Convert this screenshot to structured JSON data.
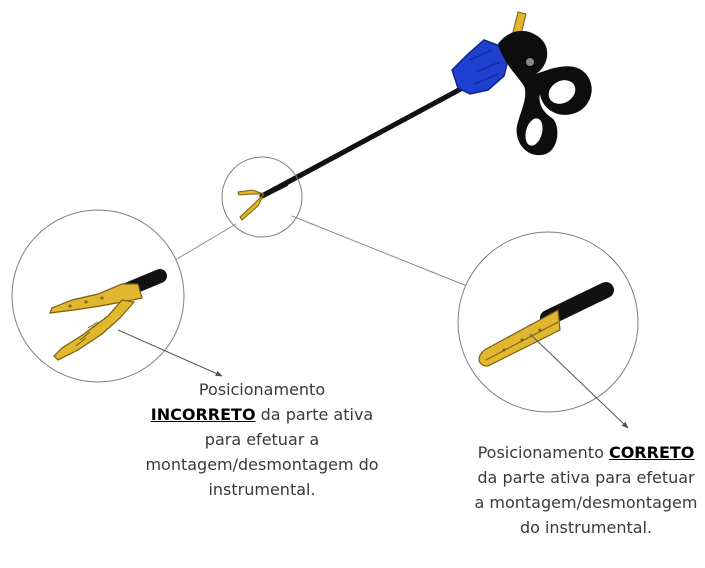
{
  "captions": {
    "incorrect": {
      "prefix": "Posicionamento",
      "keyword": "INCORRETO",
      "suffix": "da parte ativa para efetuar a montagem/desmontagem do instrumental."
    },
    "correct": {
      "prefix": "Posicionamento",
      "keyword": "CORRETO",
      "suffix": "da parte ativa para efetuar a montagem/desmontagem do instrumental."
    }
  },
  "colors": {
    "jaw_gold": "#e0b72e",
    "jaw_outline": "#7a5e10",
    "shaft": "#111111",
    "handle_blue": "#1f3fd0",
    "handle_black": "#0d0d0d",
    "leader_line": "#8c8c8c",
    "circle_stroke": "#7d7d7d"
  },
  "icons": {
    "instrument": "laparoscopic-grasper-icon",
    "detail_incorrect": "open-jaws-detail-icon",
    "detail_correct": "closed-jaws-detail-icon"
  }
}
